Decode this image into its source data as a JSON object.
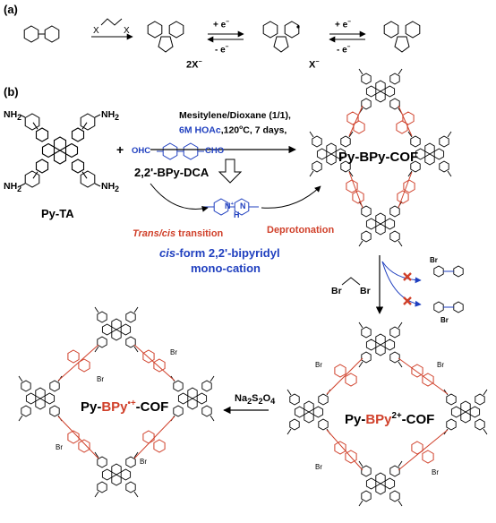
{
  "panel_a": {
    "label": "(a)",
    "reagent_left": "X",
    "reagent_right": "X",
    "counter_ion_1": "2X",
    "counter_ion_2": "X",
    "electron_add": "+ e",
    "electron_remove": "- e"
  },
  "panel_b": {
    "label": "(b)",
    "nh2": "NH",
    "nh2_sub": "2",
    "monomer1_name": "Py-TA",
    "plus": "+",
    "ohc": "OHC",
    "cho": "CHO",
    "monomer2_name": "2,2'-BPy-DCA",
    "conditions_line1": "Mesitylene/Dioxane (1/1),",
    "conditions_line2_a": "6M HOAc",
    "conditions_line2_b": ",120",
    "conditions_line2_deg": "o",
    "conditions_line2_c": "C, 7 days,",
    "trans_cis_a": "Trans/cis",
    "trans_cis_b": " transition",
    "deprotonation": "Deprotonation",
    "cis_form_a": "cis",
    "cis_form_b": "-form 2,2'-bipyridyl",
    "cis_form_c": "mono-cation",
    "cof1_name": "Py-BPy-COF",
    "reagent_br": "Br",
    "reductant": "Na",
    "reductant_sub1": "2",
    "reductant_mid": "S",
    "reductant_sub2": "2",
    "reductant_end": "O",
    "reductant_sub3": "4",
    "cof2_prefix": "Py-",
    "cof2_red": "BPy",
    "cof2_sup": "2+",
    "cof2_suffix": "-COF",
    "cof3_prefix": "Py-",
    "cof3_red": "BPy",
    "cof3_sup": "•+",
    "cof3_suffix": "-COF",
    "counter_br": "Br",
    "atom_n": "N",
    "atom_h": "H"
  },
  "colors": {
    "accent_red": "#d0402a",
    "accent_blue": "#1f3fbf",
    "line": "#000000"
  }
}
